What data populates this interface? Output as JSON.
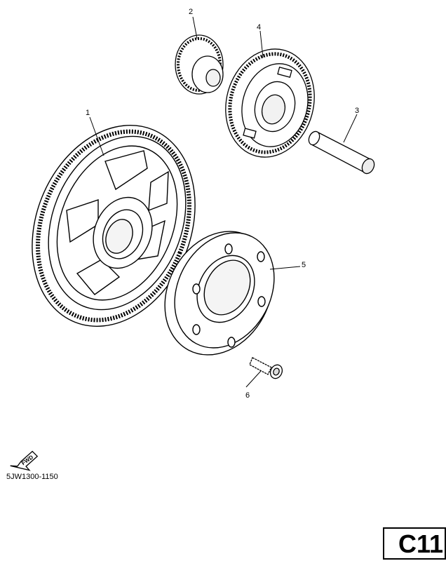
{
  "callouts": [
    {
      "number": "1"
    },
    {
      "number": "2"
    },
    {
      "number": "3"
    },
    {
      "number": "4"
    },
    {
      "number": "5"
    },
    {
      "number": "6"
    }
  ],
  "fwd_label": "FWD",
  "part_code": "5JW1300-1150",
  "page_tag": "C11",
  "line_color": "#000000",
  "background_color": "#ffffff"
}
